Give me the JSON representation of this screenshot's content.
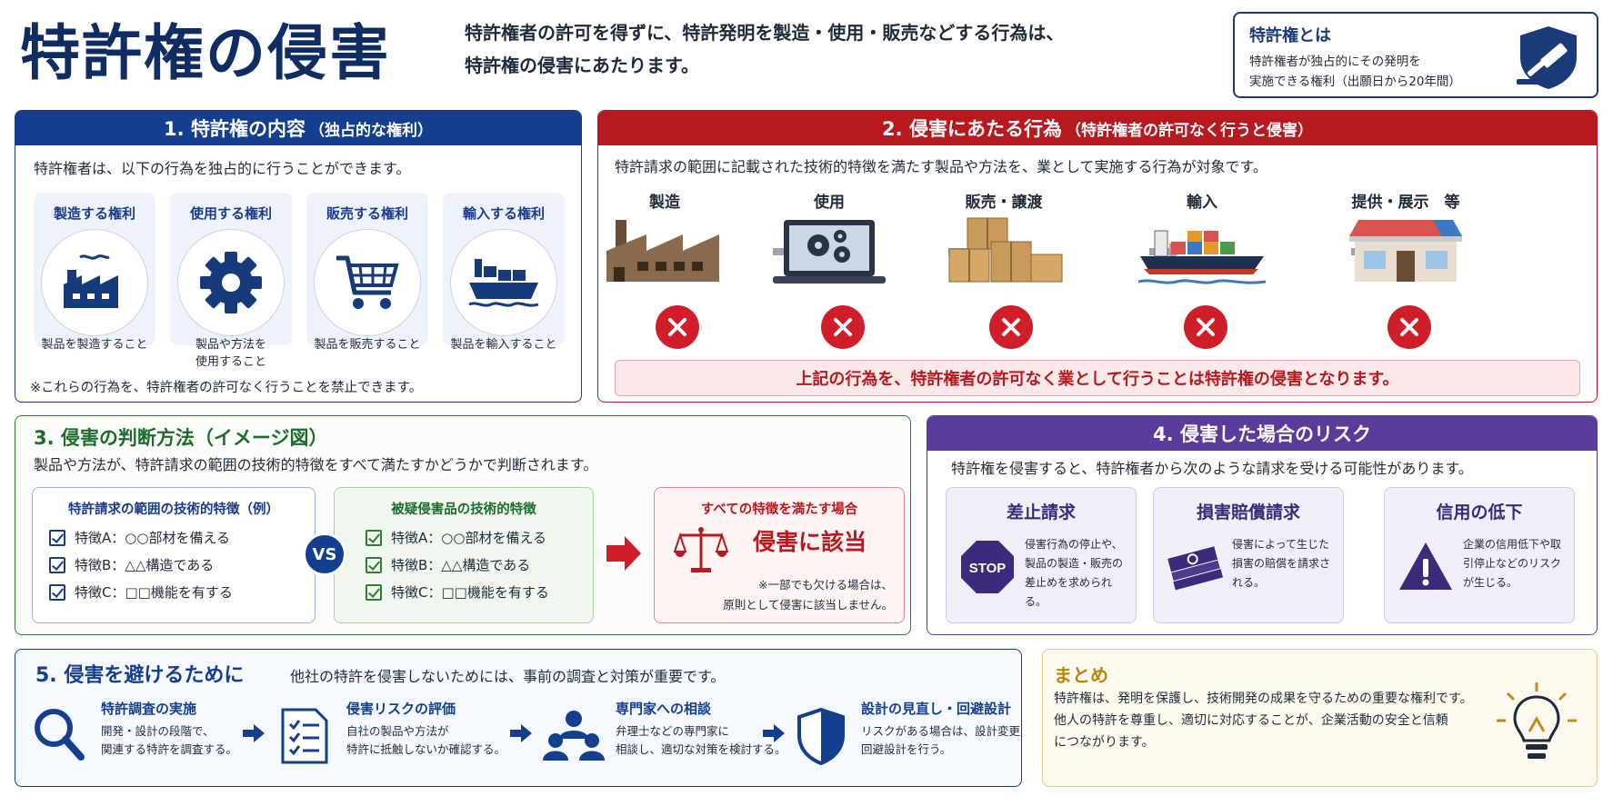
{
  "header": {
    "title": "特許権の侵害",
    "lead_line1": "特許権者の許可を得ずに、特許発明を製造・使用・販売などする行為は、",
    "lead_line2": "特許権の侵害にあたります。",
    "definition": {
      "title": "特許権とは",
      "line1": "特許権者が独占的にその発明を",
      "line2": "実施できる権利（出願日から20年間）",
      "icon": "shield-gavel-icon"
    }
  },
  "section1": {
    "title": "1. 特許権の内容",
    "title_sub": "（独占的な権利）",
    "intro": "特許権者は、以下の行為を独占的に行うことができます。",
    "rights": [
      {
        "title": "製造する権利",
        "caption": "製品を製造すること",
        "icon": "factory-icon"
      },
      {
        "title": "使用する権利",
        "caption": "製品や方法を\n使用すること",
        "icon": "gear-icon"
      },
      {
        "title": "販売する権利",
        "caption": "製品を販売すること",
        "icon": "cart-icon"
      },
      {
        "title": "輸入する権利",
        "caption": "製品を輸入すること",
        "icon": "ship-icon"
      }
    ],
    "note": "※これらの行為を、特許権者の許可なく行うことを禁止できます。"
  },
  "section2": {
    "title": "2. 侵害にあたる行為",
    "title_sub": "（特許権者の許可なく行うと侵害）",
    "intro": "特許請求の範囲に記載された技術的特徴を満たす製品や方法を、業として実施する行為が対象です。",
    "acts": [
      {
        "label": "製造",
        "icon": "factory-icon"
      },
      {
        "label": "使用",
        "icon": "laptop-gears-icon"
      },
      {
        "label": "販売・譲渡",
        "icon": "boxes-icon"
      },
      {
        "label": "輸入",
        "icon": "cargo-ship-icon"
      },
      {
        "label": "提供・展示　等",
        "icon": "storefront-icon"
      }
    ],
    "warning": "上記の行為を、特許権者の許可なく業として行うことは特許権の侵害となります。"
  },
  "section3": {
    "title": "3. 侵害の判断方法（イメージ図）",
    "intro": "製品や方法が、特許請求の範囲の技術的特徴をすべて満たすかどうかで判断されます。",
    "claim_box": {
      "title": "特許請求の範囲の技術的特徴（例）",
      "features": [
        "特徴A：○○部材を備える",
        "特徴B：△△構造である",
        "特徴C：□□機能を有する"
      ]
    },
    "vs": "VS",
    "product_box": {
      "title": "被疑侵害品の技術的特徴",
      "features": [
        "特徴A：○○部材を備える",
        "特徴B：△△構造である",
        "特徴C：□□機能を有する"
      ]
    },
    "result": {
      "title": "すべての特徴を満たす場合",
      "main": "侵害に該当",
      "note1": "※一部でも欠ける場合は、",
      "note2": "原則として侵害に該当しません。"
    }
  },
  "section4": {
    "title": "4. 侵害した場合のリスク",
    "intro": "特許権を侵害すると、特許権者から次のような請求を受ける可能性があります。",
    "risks": [
      {
        "title": "差止請求",
        "icon": "stop-sign-icon",
        "stop_text": "STOP",
        "text": "侵害行為の停止や、製品の製造・販売の差止めを求められる。"
      },
      {
        "title": "損害賠償請求",
        "icon": "money-stack-icon",
        "text": "侵害によって生じた損害の賠償を請求される。"
      },
      {
        "title": "信用の低下",
        "icon": "warning-triangle-icon",
        "text": "企業の信用低下や取引停止などのリスクが生じる。"
      }
    ]
  },
  "section5": {
    "title": "5. 侵害を避けるために",
    "subtitle": "他社の特許を侵害しないためには、事前の調査と対策が重要です。",
    "steps": [
      {
        "title": "特許調査の実施",
        "line1": "開発・設計の段階で、",
        "line2": "関連する特許を調査する。",
        "icon": "magnifier-icon"
      },
      {
        "title": "侵害リスクの評価",
        "line1": "自社の製品や方法が",
        "line2": "特許に抵触しないか確認する。",
        "icon": "checklist-icon"
      },
      {
        "title": "専門家への相談",
        "line1": "弁理士などの専門家に",
        "line2": "相談し、適切な対策を検討する。",
        "icon": "experts-icon"
      },
      {
        "title": "設計の見直し・回避設計",
        "line1": "リスクがある場合は、設計変更や",
        "line2": "回避設計を行う。",
        "icon": "shield-icon"
      }
    ]
  },
  "summary": {
    "title": "まとめ",
    "line1": "特許権は、発明を保護し、技術開発の成果を守るための重要な権利です。",
    "line2": "他人の特許を尊重し、適切に対応することが、企業活動の安全と信頼",
    "line3": "につながります。",
    "icon": "lightbulb-icon"
  },
  "colors": {
    "navy": "#143f8e",
    "red": "#b8191f",
    "green": "#2e7d32",
    "purple": "#5a3a9a",
    "gold": "#b8860b"
  }
}
